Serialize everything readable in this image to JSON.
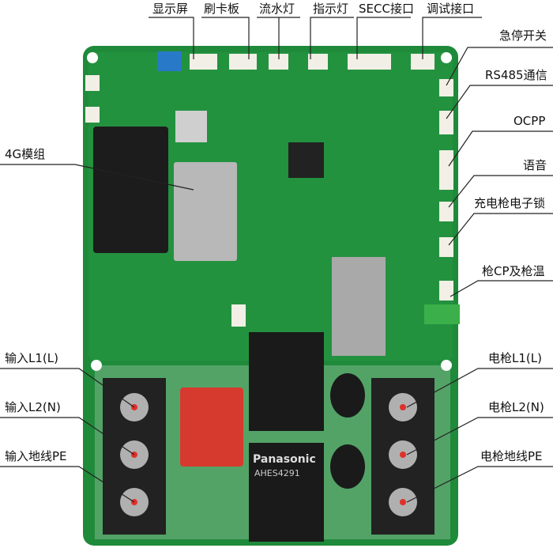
{
  "labels": {
    "top": [
      "显示屏",
      "刷卡板",
      "流水灯",
      "指示灯",
      "SECC接口",
      "调试接口"
    ],
    "right": [
      "急停开关",
      "RS485通信",
      "OCPP",
      "语音",
      "充电枪电子锁",
      "枪CP及枪温",
      "电枪L1(L)",
      "电枪L2(N)",
      "电枪地线PE"
    ],
    "left": [
      "4G模组",
      "输入L1(L)",
      "输入L2(N)",
      "输入地线PE"
    ]
  },
  "board": {
    "relay_brand": "Panasonic",
    "relay_model": "AHES4291",
    "colors": {
      "pcb": "#1f8a3a",
      "terminal": "#222222",
      "relay": "#1a1a1a",
      "connector": "#f2efe6",
      "module": "#b8b8b8"
    }
  }
}
